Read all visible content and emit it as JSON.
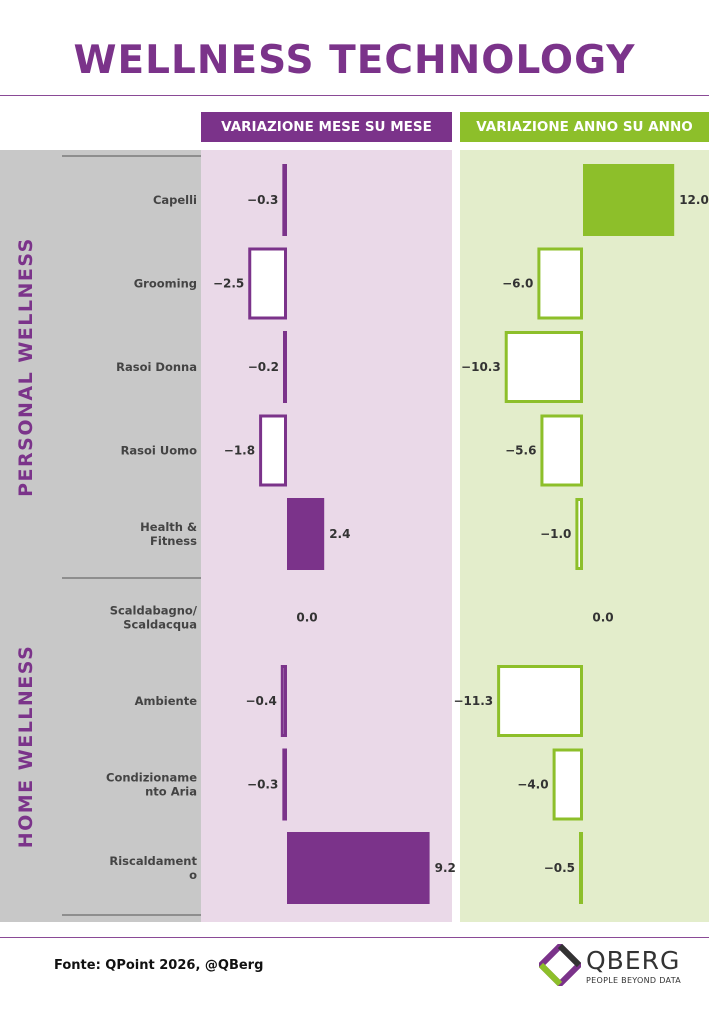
{
  "page": {
    "title": "WELLNESS TECHNOLOGY",
    "footer_source": "Fonte: QPoint 2026, @QBerg",
    "logo_name": "QBERG",
    "logo_tagline": "PEOPLE BEYOND DATA",
    "logo_icon": "qberg-logo-icon"
  },
  "colors": {
    "purple": "#7B338A",
    "purple_bg": "#EAD9E8",
    "green": "#8DBF2A",
    "green_bg": "#E3EDCB",
    "gray": "#C8C8C8",
    "text": "#333333"
  },
  "chart_data": [
    {
      "type": "bar",
      "title": "VARIAZIONE MESE SU MESE",
      "orientation": "horizontal",
      "categories": [
        "Capelli",
        "Grooming",
        "Rasoi Donna",
        "Rasoi Uomo",
        "Health & Fitness",
        "Scaldabagno/ Scaldacqua",
        "Ambiente",
        "Condizioname nto Aria",
        "Riscaldament o"
      ],
      "groups": [
        {
          "name": "PERSONAL WELLNESS",
          "categories": [
            "Capelli",
            "Grooming",
            "Rasoi Donna",
            "Rasoi Uomo",
            "Health & Fitness"
          ]
        },
        {
          "name": "HOME WELLNESS",
          "categories": [
            "Scaldabagno/ Scaldacqua",
            "Ambiente",
            "Condizioname nto Aria",
            "Riscaldament o"
          ]
        }
      ],
      "values": [
        -0.3,
        -2.5,
        -0.2,
        -1.8,
        2.4,
        0.0,
        -0.4,
        -0.3,
        9.2
      ],
      "value_labels": [
        "−0.3",
        "−2.5",
        "−0.2",
        "−1.8",
        "2.4",
        "0.0",
        "−0.4",
        "−0.3",
        "9.2"
      ],
      "xlim": [
        -2.6,
        9.3
      ],
      "grid": false
    },
    {
      "type": "bar",
      "title": "VARIAZIONE ANNO SU ANNO",
      "orientation": "horizontal",
      "categories": [
        "Capelli",
        "Grooming",
        "Rasoi Donna",
        "Rasoi Uomo",
        "Health & Fitness",
        "Scaldabagno/ Scaldacqua",
        "Ambiente",
        "Condizioname nto Aria",
        "Riscaldament o"
      ],
      "values": [
        12.0,
        -6.0,
        -10.3,
        -5.6,
        -1.0,
        0.0,
        -11.3,
        -4.0,
        -0.5
      ],
      "value_labels": [
        "12.0",
        "−6.0",
        "−10.3",
        "−5.6",
        "−1.0",
        "0.0",
        "−11.3",
        "−4.0",
        "−0.5"
      ],
      "xlim": [
        -11.3,
        12.0
      ],
      "grid": false
    }
  ]
}
